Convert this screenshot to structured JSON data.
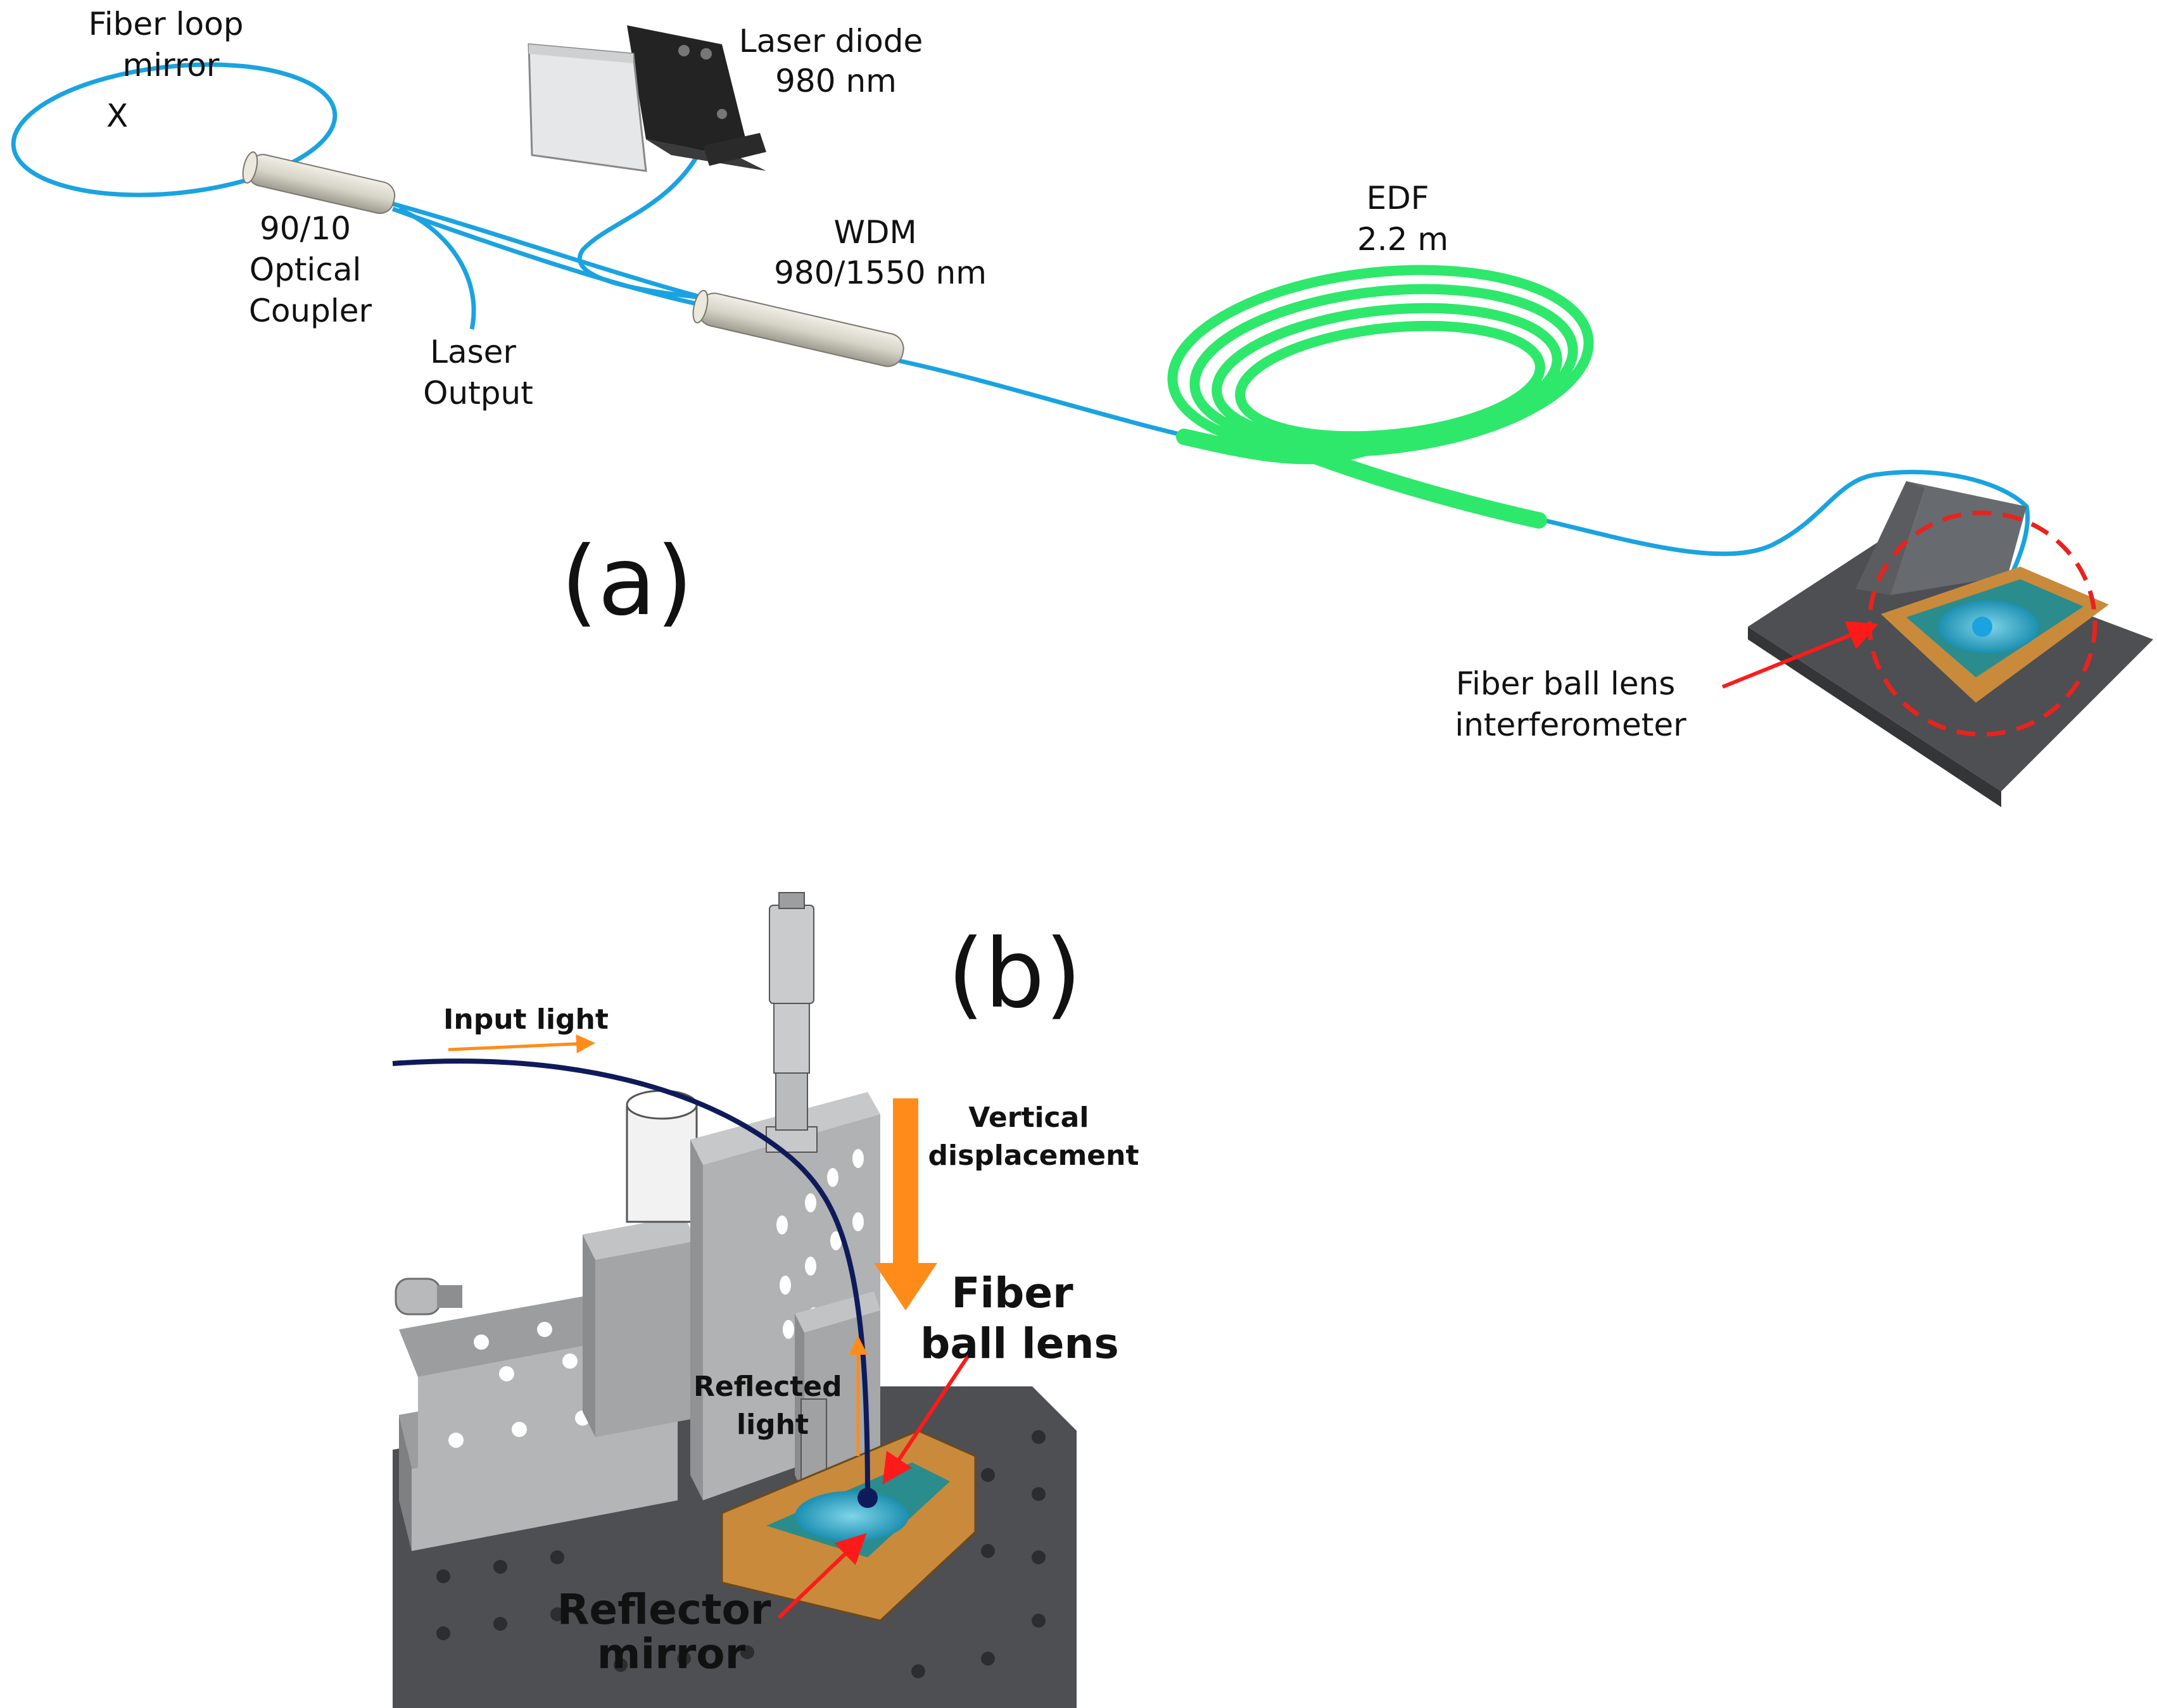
{
  "panel_a": {
    "tag": "(a)",
    "labels": {
      "fiber_loop_mirror": [
        "Fiber loop",
        "mirror"
      ],
      "x_mark": "X",
      "laser_diode": [
        "Laser diode",
        "980 nm"
      ],
      "coupler": [
        "90/10",
        "Optical",
        "Coupler"
      ],
      "laser_output": [
        "Laser",
        "Output"
      ],
      "wdm": [
        "WDM",
        "980/1550 nm"
      ],
      "edf": [
        "EDF",
        "2.2 m"
      ],
      "interferometer": [
        "Fiber ball lens",
        "interferometer"
      ]
    }
  },
  "panel_b": {
    "tag": "(b)",
    "labels": {
      "input_light": "Input light",
      "vertical_displacement": [
        "Vertical",
        "displacement"
      ],
      "fiber_ball_lens": [
        "Fiber",
        "ball lens"
      ],
      "reflected_light": [
        "Reflected",
        "light"
      ],
      "reflector_mirror": [
        "Reflector",
        "mirror"
      ]
    }
  },
  "colors": {
    "fiber": "#1aa3e0",
    "edf": "#2ee86b",
    "pointer": "#ff1a1a",
    "highlight_circle": "#e8231e",
    "arrow": "#ff8c1a",
    "metal": "#a9abab",
    "frame": "#c98a3c",
    "breadboard": "#4d4f52",
    "dark_fiber": "#0f1a5a"
  }
}
